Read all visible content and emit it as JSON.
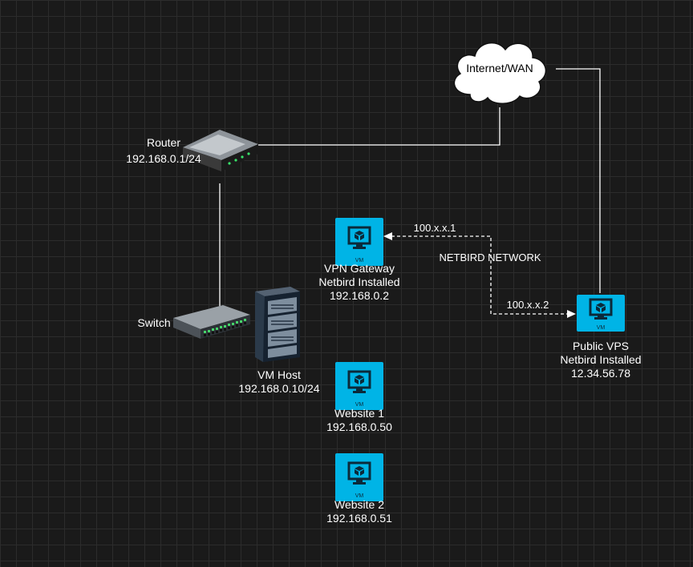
{
  "nodes": {
    "internet": {
      "label": "Internet/WAN"
    },
    "router": {
      "name": "Router",
      "ip": "192.168.0.1/24"
    },
    "switch": {
      "name": "Switch"
    },
    "vmhost": {
      "name": "VM Host",
      "ip": "192.168.0.10/24"
    },
    "vpn_gateway": {
      "name": "VPN Gateway",
      "software": "Netbird Installed",
      "ip": "192.168.0.2"
    },
    "website1": {
      "name": "Website 1",
      "ip": "192.168.0.50"
    },
    "website2": {
      "name": "Website 2",
      "ip": "192.168.0.51"
    },
    "public_vps": {
      "name": "Public VPS",
      "software": "Netbird Installed",
      "ip": "12.34.56.78"
    }
  },
  "vm_tag": "VM",
  "links": {
    "netbird_network": "NETBIRD NETWORK",
    "gateway_ip": "100.x.x.1",
    "vps_ip": "100.x.x.2"
  },
  "colors": {
    "background": "#1a1a1a",
    "grid": "#2c2c2c",
    "vm_tile": "#00b4e6",
    "line": "#ffffff"
  }
}
